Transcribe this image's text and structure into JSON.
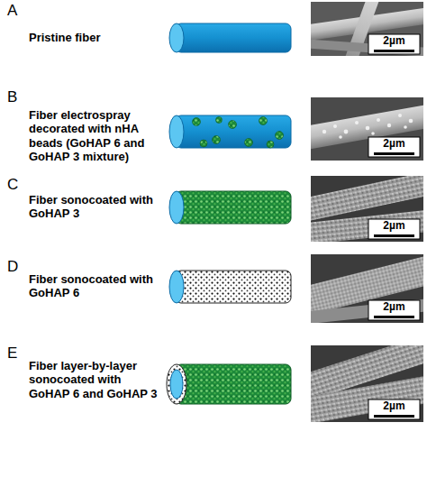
{
  "diagram": {
    "labels": [
      "A",
      "Pristine fiber",
      "2µm",
      "B",
      "Fiber electrospray decorated with nHA beads (GoHAP 6 and GoHAP 3 mixture)",
      "2µm",
      "C",
      "Fiber sonocoated with GoHAP 3",
      "2µm",
      "D",
      "Fiber sonocoated with GoHAP 6",
      "2µm",
      "E",
      "Fiber layer-by-layer sonocoated with GoHAP 6 and GoHAP 3",
      "2µm"
    ]
  }
}
